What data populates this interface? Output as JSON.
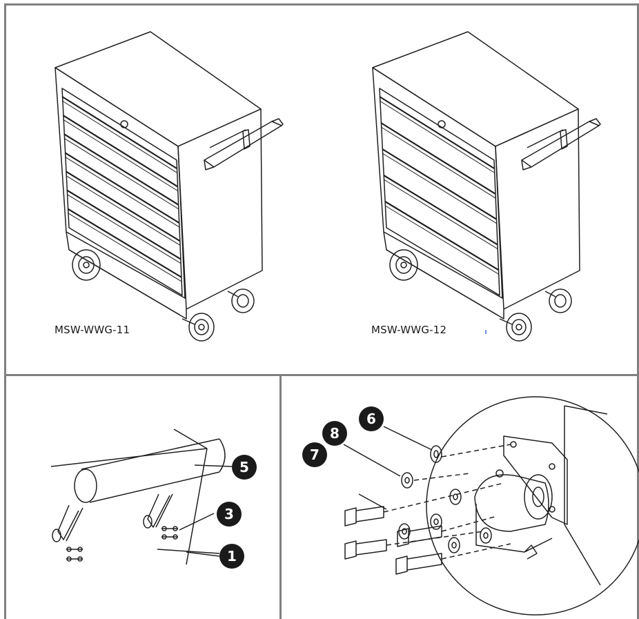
{
  "models": [
    {
      "label": "MSW-WWG-11",
      "drawers": 7
    },
    {
      "label": "MSW-WWG-12",
      "drawers": 5
    }
  ],
  "callouts": {
    "handle": [
      "5",
      "3",
      "1"
    ],
    "caster": [
      "6",
      "8",
      "7"
    ]
  },
  "colors": {
    "line": "#1f1f1f",
    "frame": "#808080",
    "badge": "#1a1a1a"
  }
}
